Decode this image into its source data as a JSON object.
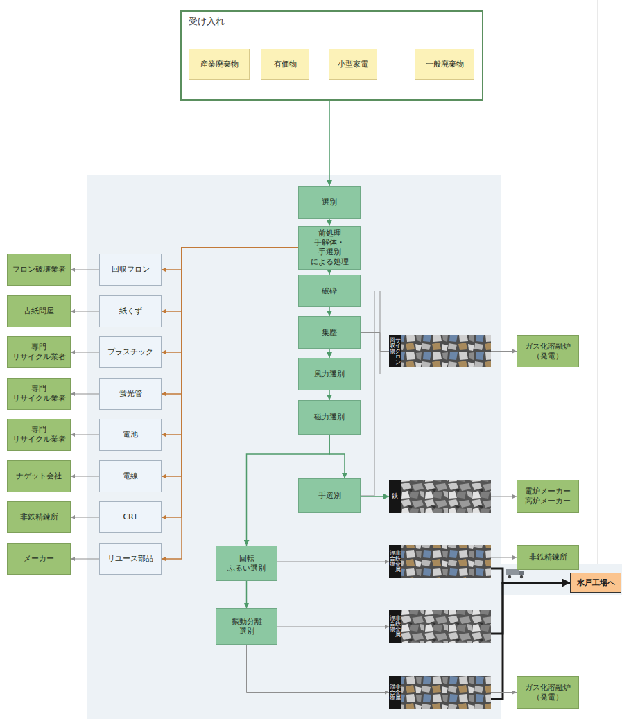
{
  "diagram": {
    "nodes": [
      {
        "text": [
          "受け入れ"
        ]
      },
      {
        "text": [
          "産業廃棄物"
        ],
        "in": 0
      },
      {
        "text": [
          "有価物"
        ],
        "in": 0
      },
      {
        "text": [
          "小型家電"
        ],
        "in": 0
      },
      {
        "text": [
          "一般廃棄物"
        ],
        "in": 0
      },
      {
        "text": [
          "選別"
        ]
      },
      {
        "text": [
          "前処理 手解体・手選別 による処理"
        ]
      },
      {
        "text": [
          "破砕"
        ]
      },
      {
        "text": [
          "集塵"
        ]
      },
      {
        "text": [
          "風力選別"
        ]
      },
      {
        "text": [
          "磁力選別"
        ]
      },
      {
        "text": [
          "手選別"
        ]
      },
      {
        "text": [
          "回転 ふるい選別"
        ]
      },
      {
        "text": [
          "振動分離 選別"
        ]
      },
      {
        "text": [
          "回収フロン"
        ]
      },
      {
        "text": [
          "紙くず"
        ]
      },
      {
        "text": [
          "プラスチック"
        ]
      },
      {
        "text": [
          "蛍光管"
        ]
      },
      {
        "text": [
          "電池"
        ]
      },
      {
        "text": [
          "電線"
        ]
      },
      {
        "text": [
          "CRT"
        ]
      },
      {
        "text": [
          "リユース部品"
        ]
      },
      {
        "text": [
          "フロン破壊業者"
        ]
      },
      {
        "text": [
          "古紙問屋"
        ]
      },
      {
        "text": [
          "専門 リサイクル業者"
        ]
      },
      {
        "text": [
          "専門 リサイクル業者"
        ]
      },
      {
        "text": [
          "専門 リサイクル業者"
        ]
      },
      {
        "text": [
          "ナゲット会社"
        ]
      },
      {
        "text": [
          "非鉄精錬所"
        ]
      },
      {
        "text": [
          "メーカー"
        ]
      },
      {
        "text": [
          "サイクロン 回収物"
        ]
      },
      {
        "text": [
          "鉄"
        ]
      },
      {
        "text": [
          "非鉄金属 混合物"
        ]
      },
      {
        "text": [
          "非鉄金属 混合物"
        ]
      },
      {
        "text": [
          "非金属 混合物"
        ]
      },
      {
        "text": [
          "ガス化溶融炉 （発電）"
        ]
      },
      {
        "text": [
          "電炉メーカー 高炉メーカー"
        ]
      },
      {
        "text": [
          "非鉄精錬所"
        ]
      },
      {
        "text": [
          "水戸工場へ"
        ]
      },
      {
        "text": [
          "ガス化溶融炉 （発電）"
        ]
      }
    ],
    "edges": [
      {
        "from": 0,
        "to": 5,
        "arrow": "to"
      },
      {
        "from": 5,
        "to": 6,
        "arrow": "to"
      },
      {
        "from": 6,
        "to": 7,
        "arrow": "to"
      },
      {
        "from": 7,
        "to": 8,
        "arrow": "to"
      },
      {
        "from": 8,
        "to": 9,
        "arrow": "to"
      },
      {
        "from": 9,
        "to": 10,
        "arrow": "to"
      },
      {
        "from": 6,
        "to": 14,
        "arrow": "to"
      },
      {
        "from": 6,
        "to": 15,
        "arrow": "to"
      },
      {
        "from": 6,
        "to": 16,
        "arrow": "to"
      },
      {
        "from": 6,
        "to": 17,
        "arrow": "to"
      },
      {
        "from": 6,
        "to": 18,
        "arrow": "to"
      },
      {
        "from": 6,
        "to": 19,
        "arrow": "to"
      },
      {
        "from": 6,
        "to": 20,
        "arrow": "to"
      },
      {
        "from": 6,
        "to": 21,
        "arrow": "to"
      },
      {
        "from": 14,
        "to": 22,
        "arrow": "to"
      },
      {
        "from": 15,
        "to": 23,
        "arrow": "to"
      },
      {
        "from": 16,
        "to": 24,
        "arrow": "to"
      },
      {
        "from": 17,
        "to": 25,
        "arrow": "to"
      },
      {
        "from": 18,
        "to": 26,
        "arrow": "to"
      },
      {
        "from": 19,
        "to": 27,
        "arrow": "to"
      },
      {
        "from": 20,
        "to": 28,
        "arrow": "to"
      },
      {
        "from": 21,
        "to": 29,
        "arrow": "to"
      },
      {
        "from": 7,
        "to": 30,
        "arrow": "none"
      },
      {
        "from": 8,
        "to": 30,
        "arrow": "none"
      },
      {
        "from": 9,
        "to": 30,
        "arrow": "none"
      },
      {
        "from": 7,
        "to": 11,
        "arrow": "none"
      },
      {
        "from": 10,
        "to": 11,
        "arrow": "to"
      },
      {
        "from": 10,
        "to": 12,
        "arrow": "to"
      },
      {
        "from": 11,
        "to": 31,
        "arrow": "to"
      },
      {
        "from": 31,
        "to": 36,
        "arrow": "to"
      },
      {
        "from": 30,
        "to": 35,
        "arrow": "to"
      },
      {
        "from": 12,
        "to": 13,
        "arrow": "to"
      },
      {
        "from": 12,
        "to": 32,
        "arrow": "to"
      },
      {
        "from": 13,
        "to": 33,
        "arrow": "to"
      },
      {
        "from": 13,
        "to": 34,
        "arrow": "to"
      },
      {
        "from": 32,
        "to": 37,
        "arrow": "to"
      },
      {
        "from": 32,
        "to": 38,
        "arrow": "to"
      },
      {
        "from": 33,
        "to": 38,
        "arrow": "to"
      },
      {
        "from": 34,
        "to": 38,
        "arrow": "to"
      },
      {
        "from": 34,
        "to": 39,
        "arrow": "to"
      }
    ]
  }
}
